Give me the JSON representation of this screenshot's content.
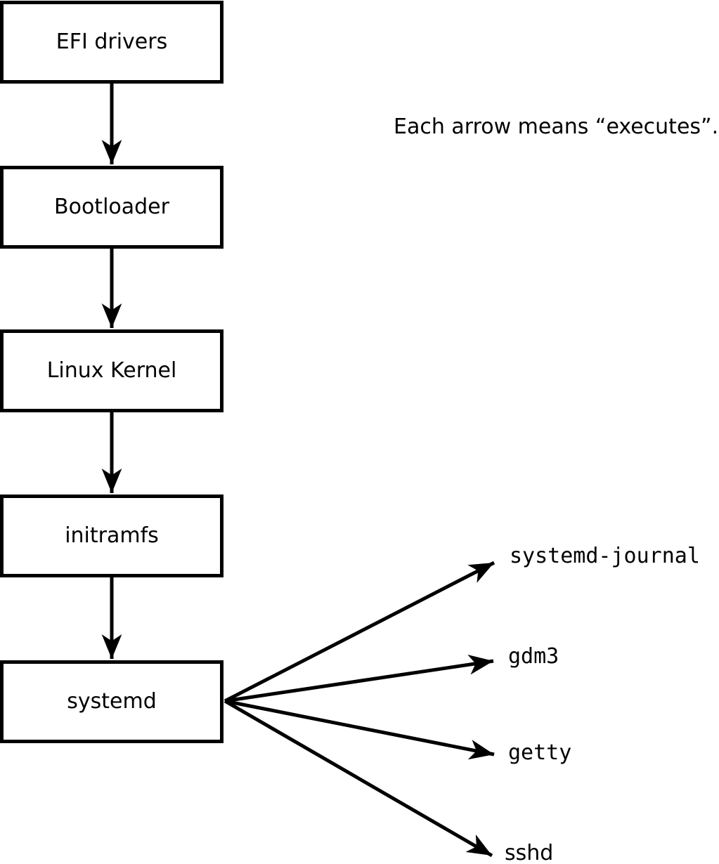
{
  "note": "Each arrow means “executes”.",
  "chain": [
    {
      "label": "EFI drivers"
    },
    {
      "label": "Bootloader"
    },
    {
      "label": "Linux Kernel"
    },
    {
      "label": "initramfs"
    },
    {
      "label": "systemd"
    }
  ],
  "processes": [
    {
      "name": "systemd-journal"
    },
    {
      "name": "gdm3"
    },
    {
      "name": "getty"
    },
    {
      "name": "sshd"
    }
  ],
  "edges": [
    {
      "from": "EFI drivers",
      "to": "Bootloader"
    },
    {
      "from": "Bootloader",
      "to": "Linux Kernel"
    },
    {
      "from": "Linux Kernel",
      "to": "initramfs"
    },
    {
      "from": "initramfs",
      "to": "systemd"
    },
    {
      "from": "systemd",
      "to": "systemd-journal"
    },
    {
      "from": "systemd",
      "to": "gdm3"
    },
    {
      "from": "systemd",
      "to": "getty"
    },
    {
      "from": "systemd",
      "to": "sshd"
    }
  ],
  "colors": {
    "line": "#000000",
    "box_fill": "#ffffff",
    "text": "#000000",
    "background": "#ffffff"
  }
}
